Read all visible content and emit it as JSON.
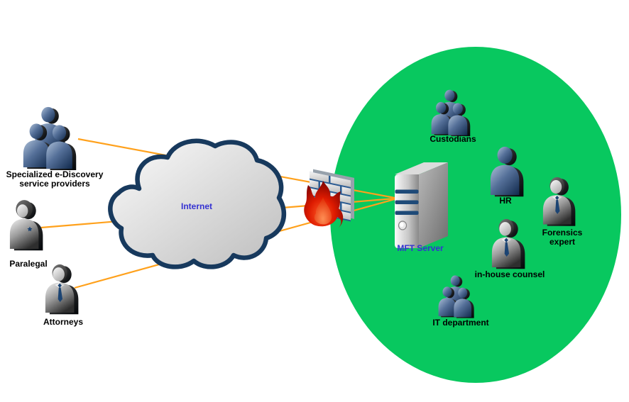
{
  "colors": {
    "zone_green": "#08C85F",
    "line_orange": "#FFA11C",
    "cloud_navy": "#17395D",
    "label_blue": "#3431D2",
    "label_dark": "#000000",
    "brick_mortar_blue": "#2A5B92",
    "server_stripe_navy": "#1E4A78",
    "flame_red": "#C41000"
  },
  "internet": {
    "label": "Internet",
    "icon": "internet-cloud"
  },
  "server": {
    "label": "MFT Server",
    "icon": "server-tower"
  },
  "firewall": {
    "icon": "brick-wall-with-flame"
  },
  "external_nodes": {
    "ediscovery": {
      "label": "Specialized e-Discovery\nservice providers",
      "icon": "user-group"
    },
    "paralegal": {
      "label": "Paralegal",
      "icon": "user-female"
    },
    "attorneys": {
      "label": "Attorneys",
      "icon": "user-tie"
    }
  },
  "internal_nodes": {
    "custodians": {
      "label": "Custodians",
      "icon": "user-group"
    },
    "hr": {
      "label": "HR",
      "icon": "user"
    },
    "forensics": {
      "label": "Forensics expert",
      "icon": "user-tie"
    },
    "inhouse_counsel": {
      "label": "in-house counsel",
      "icon": "user-tie"
    },
    "it_department": {
      "label": "IT department",
      "icon": "user-group"
    }
  },
  "connections": [
    {
      "from": "ediscovery",
      "via": [
        "internet",
        "firewall"
      ],
      "to": "mft-server"
    },
    {
      "from": "paralegal",
      "via": [
        "internet",
        "firewall"
      ],
      "to": "mft-server"
    },
    {
      "from": "attorneys",
      "via": [
        "internet",
        "firewall"
      ],
      "to": "mft-server"
    }
  ]
}
